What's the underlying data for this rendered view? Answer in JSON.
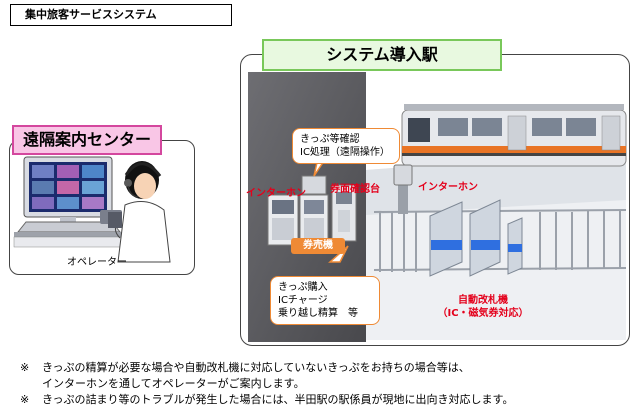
{
  "page_title": "集中旅客サービスシステム",
  "left_panel": {
    "title": "遠隔案内センター",
    "operator_label": "オペレーター"
  },
  "right_panel": {
    "title": "システム導入駅",
    "callout_top": [
      "きっぷ等確認",
      "IC処理（遠隔操作）"
    ],
    "callout_bottom": [
      "きっぷ購入",
      "ICチャージ",
      "乗り越し精算　等"
    ],
    "intercom_left": "インターホン",
    "intercom_right": "インターホン",
    "ticket_check_stand": "券面確認台",
    "ticket_machine": "券売機",
    "auto_gate": [
      "自動改札機",
      "（IC・磁気券対応）"
    ]
  },
  "notes": [
    {
      "mark": "※",
      "lines": [
        "きっぷの精算が必要な場合や自動改札機に対応していないきっぷをお持ちの場合等は、",
        "インターホンを通してオペレーターがご案内します。"
      ]
    },
    {
      "mark": "※",
      "lines": [
        "きっぷの詰まり等のトラブルが発生した場合には、半田駅の駅係員が現地に出向き対応します。"
      ]
    }
  ],
  "colors": {
    "left_title_bg": "#f9c6e6",
    "right_title_bg": "#e8f9e0",
    "label_red": "#e4001b",
    "callout_orange": "#ef8a35",
    "train_orange": "#e97425"
  }
}
